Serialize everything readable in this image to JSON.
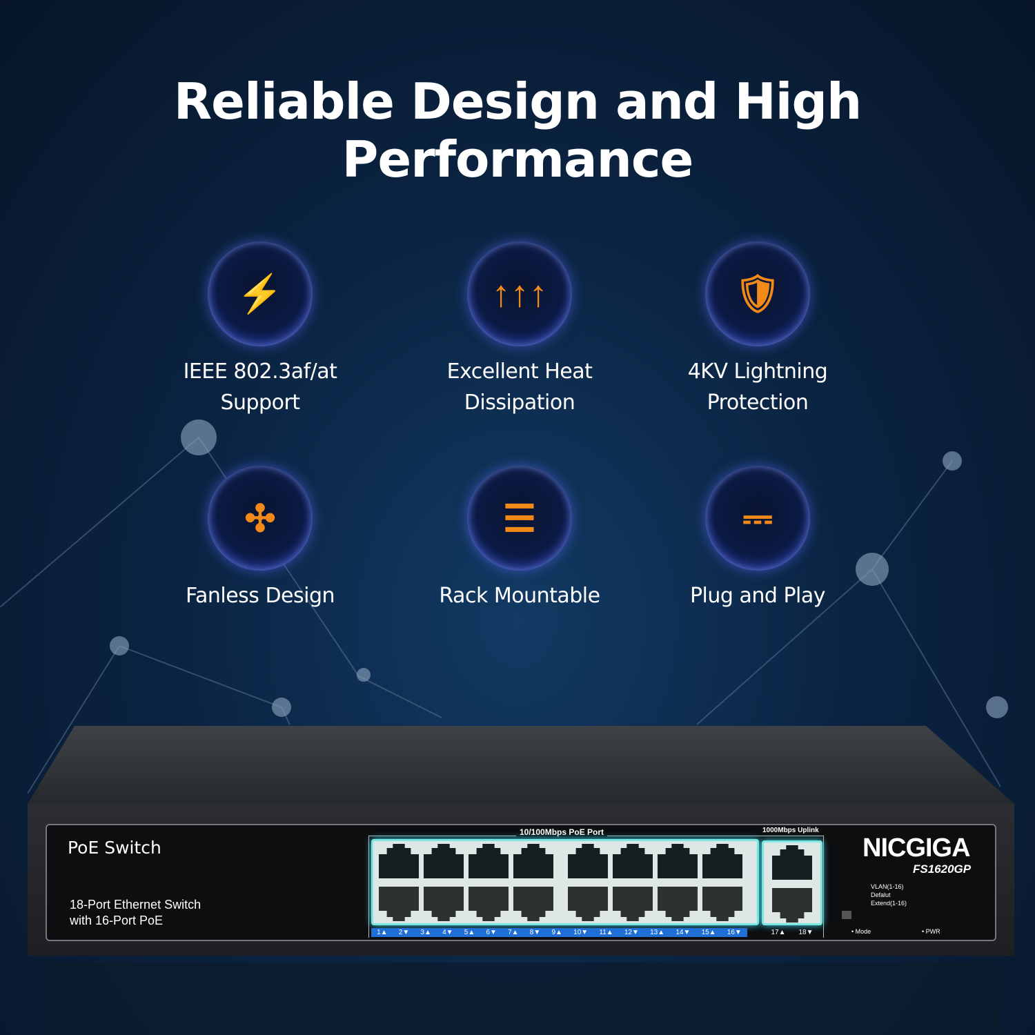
{
  "title": "Reliable Design and High Performance",
  "features": [
    {
      "line1": "IEEE 802.3af/at",
      "line2": "Support",
      "icon": "ethernet-port-power-icon"
    },
    {
      "line1": "Excellent Heat",
      "line2": "Dissipation",
      "icon": "heat-dissipation-icon"
    },
    {
      "line1": "4KV Lightning",
      "line2": "Protection",
      "icon": "lightning-shield-icon"
    },
    {
      "line1": "Fanless Design",
      "line2": "",
      "icon": "no-fan-icon"
    },
    {
      "line1": "Rack Mountable",
      "line2": "",
      "icon": "rack-icon"
    },
    {
      "line1": "Plug and Play",
      "line2": "",
      "icon": "plug-cable-icon"
    }
  ],
  "switch": {
    "name": "PoE Switch",
    "desc1": "18-Port Ethernet Switch",
    "desc2": "with 16-Port PoE",
    "poe_header": "10/100Mbps PoE Port",
    "uplink_header": "1000Mbps Uplink",
    "brand": "NICGIGA",
    "model": "FS1620GP",
    "dip": [
      "VLAN(1-16)",
      "Defalut",
      "Extend(1-16)"
    ],
    "mode": "• Mode",
    "pwr": "• PWR",
    "ports": [
      "1▲",
      "2▼",
      "3▲",
      "4▼",
      "5▲",
      "6▼",
      "7▲",
      "8▼",
      "9▲",
      "10▼",
      "11▲",
      "12▼",
      "13▲",
      "14▼",
      "15▲",
      "16▼"
    ],
    "uplinks": [
      "17▲",
      "18▼"
    ]
  },
  "colors": {
    "accent": "#f28a1a",
    "glow": "#3ad8ea",
    "strip": "#1f6fd6"
  }
}
